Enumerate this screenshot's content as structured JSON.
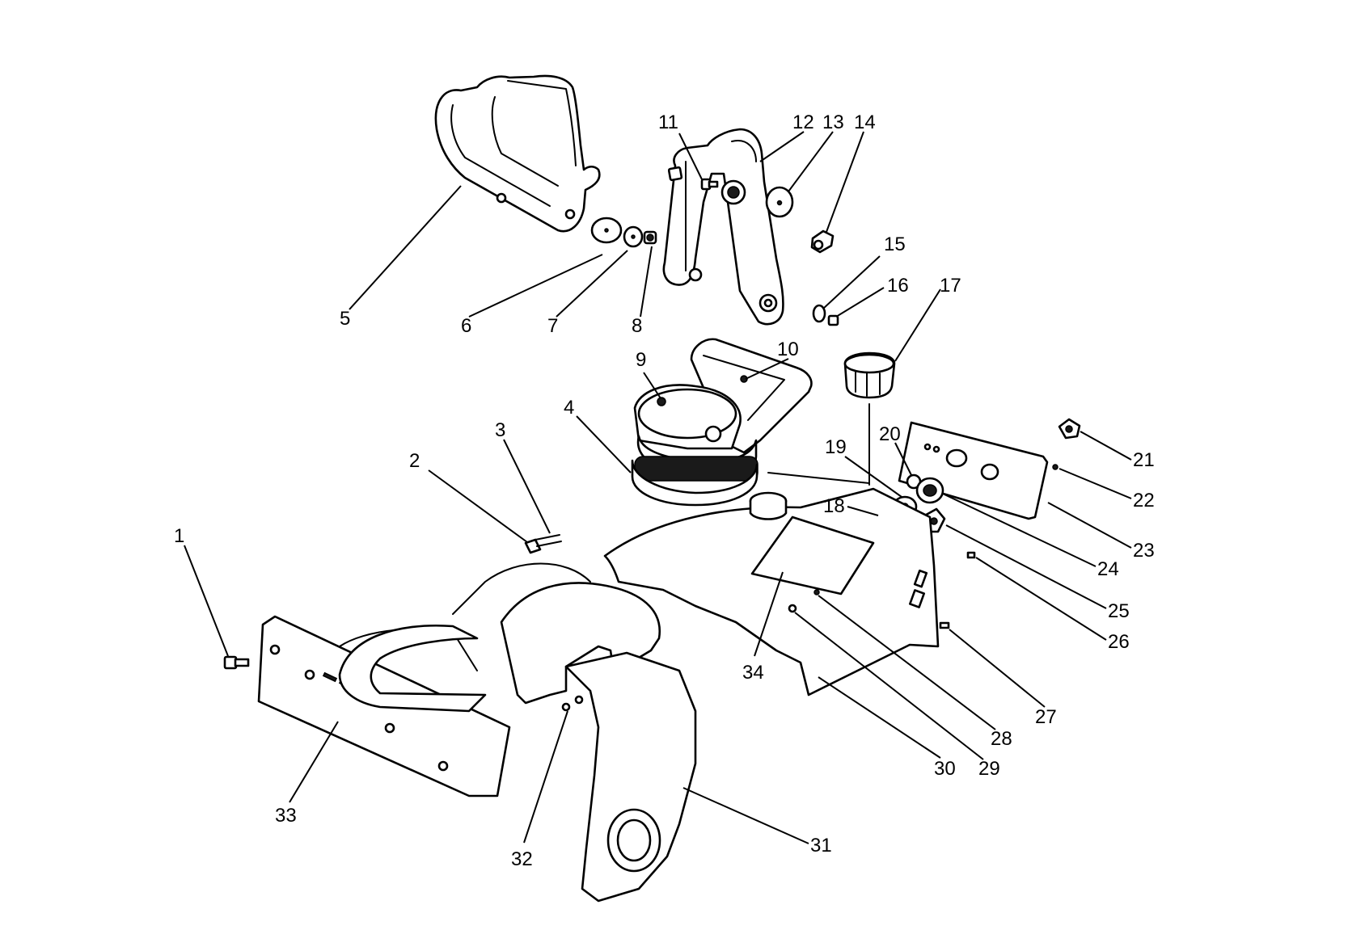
{
  "colors": {
    "line": "#000000",
    "background": "#ffffff",
    "fill": "#ffffff"
  },
  "callouts": [
    {
      "id": "1",
      "label": "1"
    },
    {
      "id": "2",
      "label": "2"
    },
    {
      "id": "3",
      "label": "3"
    },
    {
      "id": "4",
      "label": "4"
    },
    {
      "id": "5",
      "label": "5"
    },
    {
      "id": "6",
      "label": "6"
    },
    {
      "id": "7",
      "label": "7"
    },
    {
      "id": "8",
      "label": "8"
    },
    {
      "id": "9",
      "label": "9"
    },
    {
      "id": "10",
      "label": "10"
    },
    {
      "id": "11",
      "label": "11"
    },
    {
      "id": "12",
      "label": "12"
    },
    {
      "id": "13",
      "label": "13"
    },
    {
      "id": "14",
      "label": "14"
    },
    {
      "id": "15",
      "label": "15"
    },
    {
      "id": "16",
      "label": "16"
    },
    {
      "id": "17",
      "label": "17"
    },
    {
      "id": "18",
      "label": "18"
    },
    {
      "id": "19",
      "label": "19"
    },
    {
      "id": "20",
      "label": "20"
    },
    {
      "id": "21",
      "label": "21"
    },
    {
      "id": "22",
      "label": "22"
    },
    {
      "id": "23",
      "label": "23"
    },
    {
      "id": "24",
      "label": "24"
    },
    {
      "id": "25",
      "label": "25"
    },
    {
      "id": "26",
      "label": "26"
    },
    {
      "id": "27",
      "label": "27"
    },
    {
      "id": "28",
      "label": "28"
    },
    {
      "id": "29",
      "label": "29"
    },
    {
      "id": "30",
      "label": "30"
    },
    {
      "id": "31",
      "label": "31"
    },
    {
      "id": "32",
      "label": "32"
    },
    {
      "id": "33",
      "label": "33"
    },
    {
      "id": "34",
      "label": "34"
    }
  ]
}
